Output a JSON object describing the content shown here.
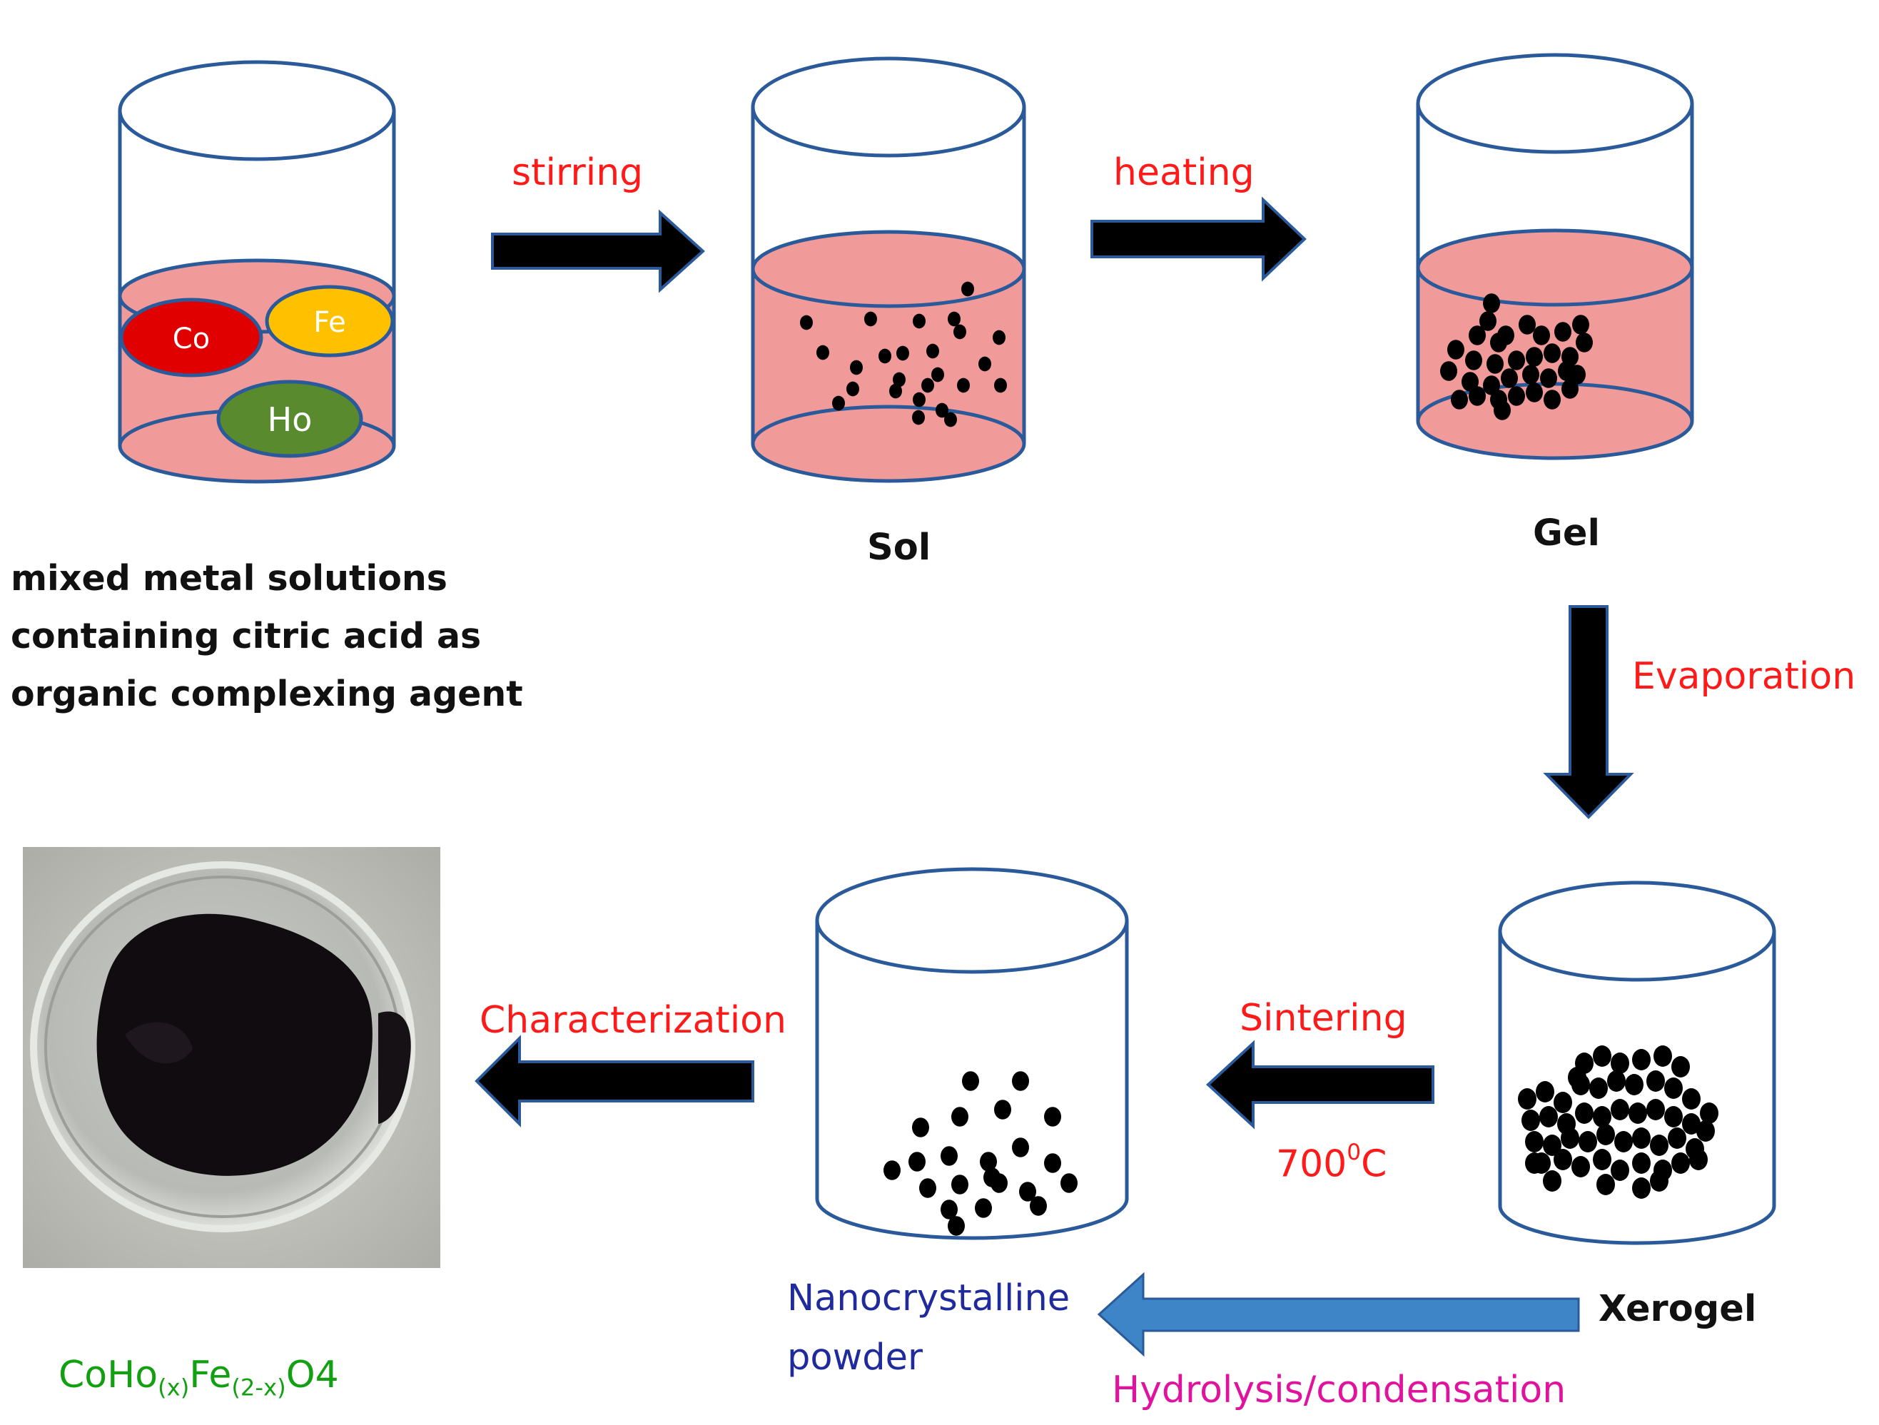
{
  "colors": {
    "outline": "#2a5a9a",
    "liquid": "#f09a9a",
    "particle": "#000000",
    "co_fill": "#e00000",
    "fe_fill": "#ffc000",
    "ho_fill": "#5a8a2e",
    "label_red": "#ff1a1a",
    "label_blue": "#1f2a9c",
    "label_pink": "#e0139f",
    "label_green": "#12a012",
    "blue_arrow": "#3d85c6"
  },
  "beakers": {
    "start": {
      "ions": {
        "co": "Co",
        "fe": "Fe",
        "ho": "Ho"
      }
    },
    "start_caption": [
      "mixed  metal  solutions",
      "containing  citric acid as",
      "organic complexing agent"
    ],
    "sol_caption": "Sol",
    "gel_caption": "Gel",
    "xerogel_caption": "Xerogel",
    "nano_caption": [
      "Nanocrystalline",
      "powder"
    ]
  },
  "steps": {
    "stirring": "stirring",
    "heating": "heating",
    "evaporation": "Evaporation",
    "sintering": "Sintering",
    "temperature": {
      "value": "700",
      "degree": "0",
      "unit": "C"
    },
    "characterization": "Characterization",
    "hydrolysis": "Hydrolysis/condensation"
  },
  "product": {
    "formula": {
      "a": "CoHo",
      "b": "(x)",
      "c": "Fe",
      "d": "(2-x)",
      "e": "O4"
    },
    "photo_icon": "petri-dish-powder-photo"
  }
}
